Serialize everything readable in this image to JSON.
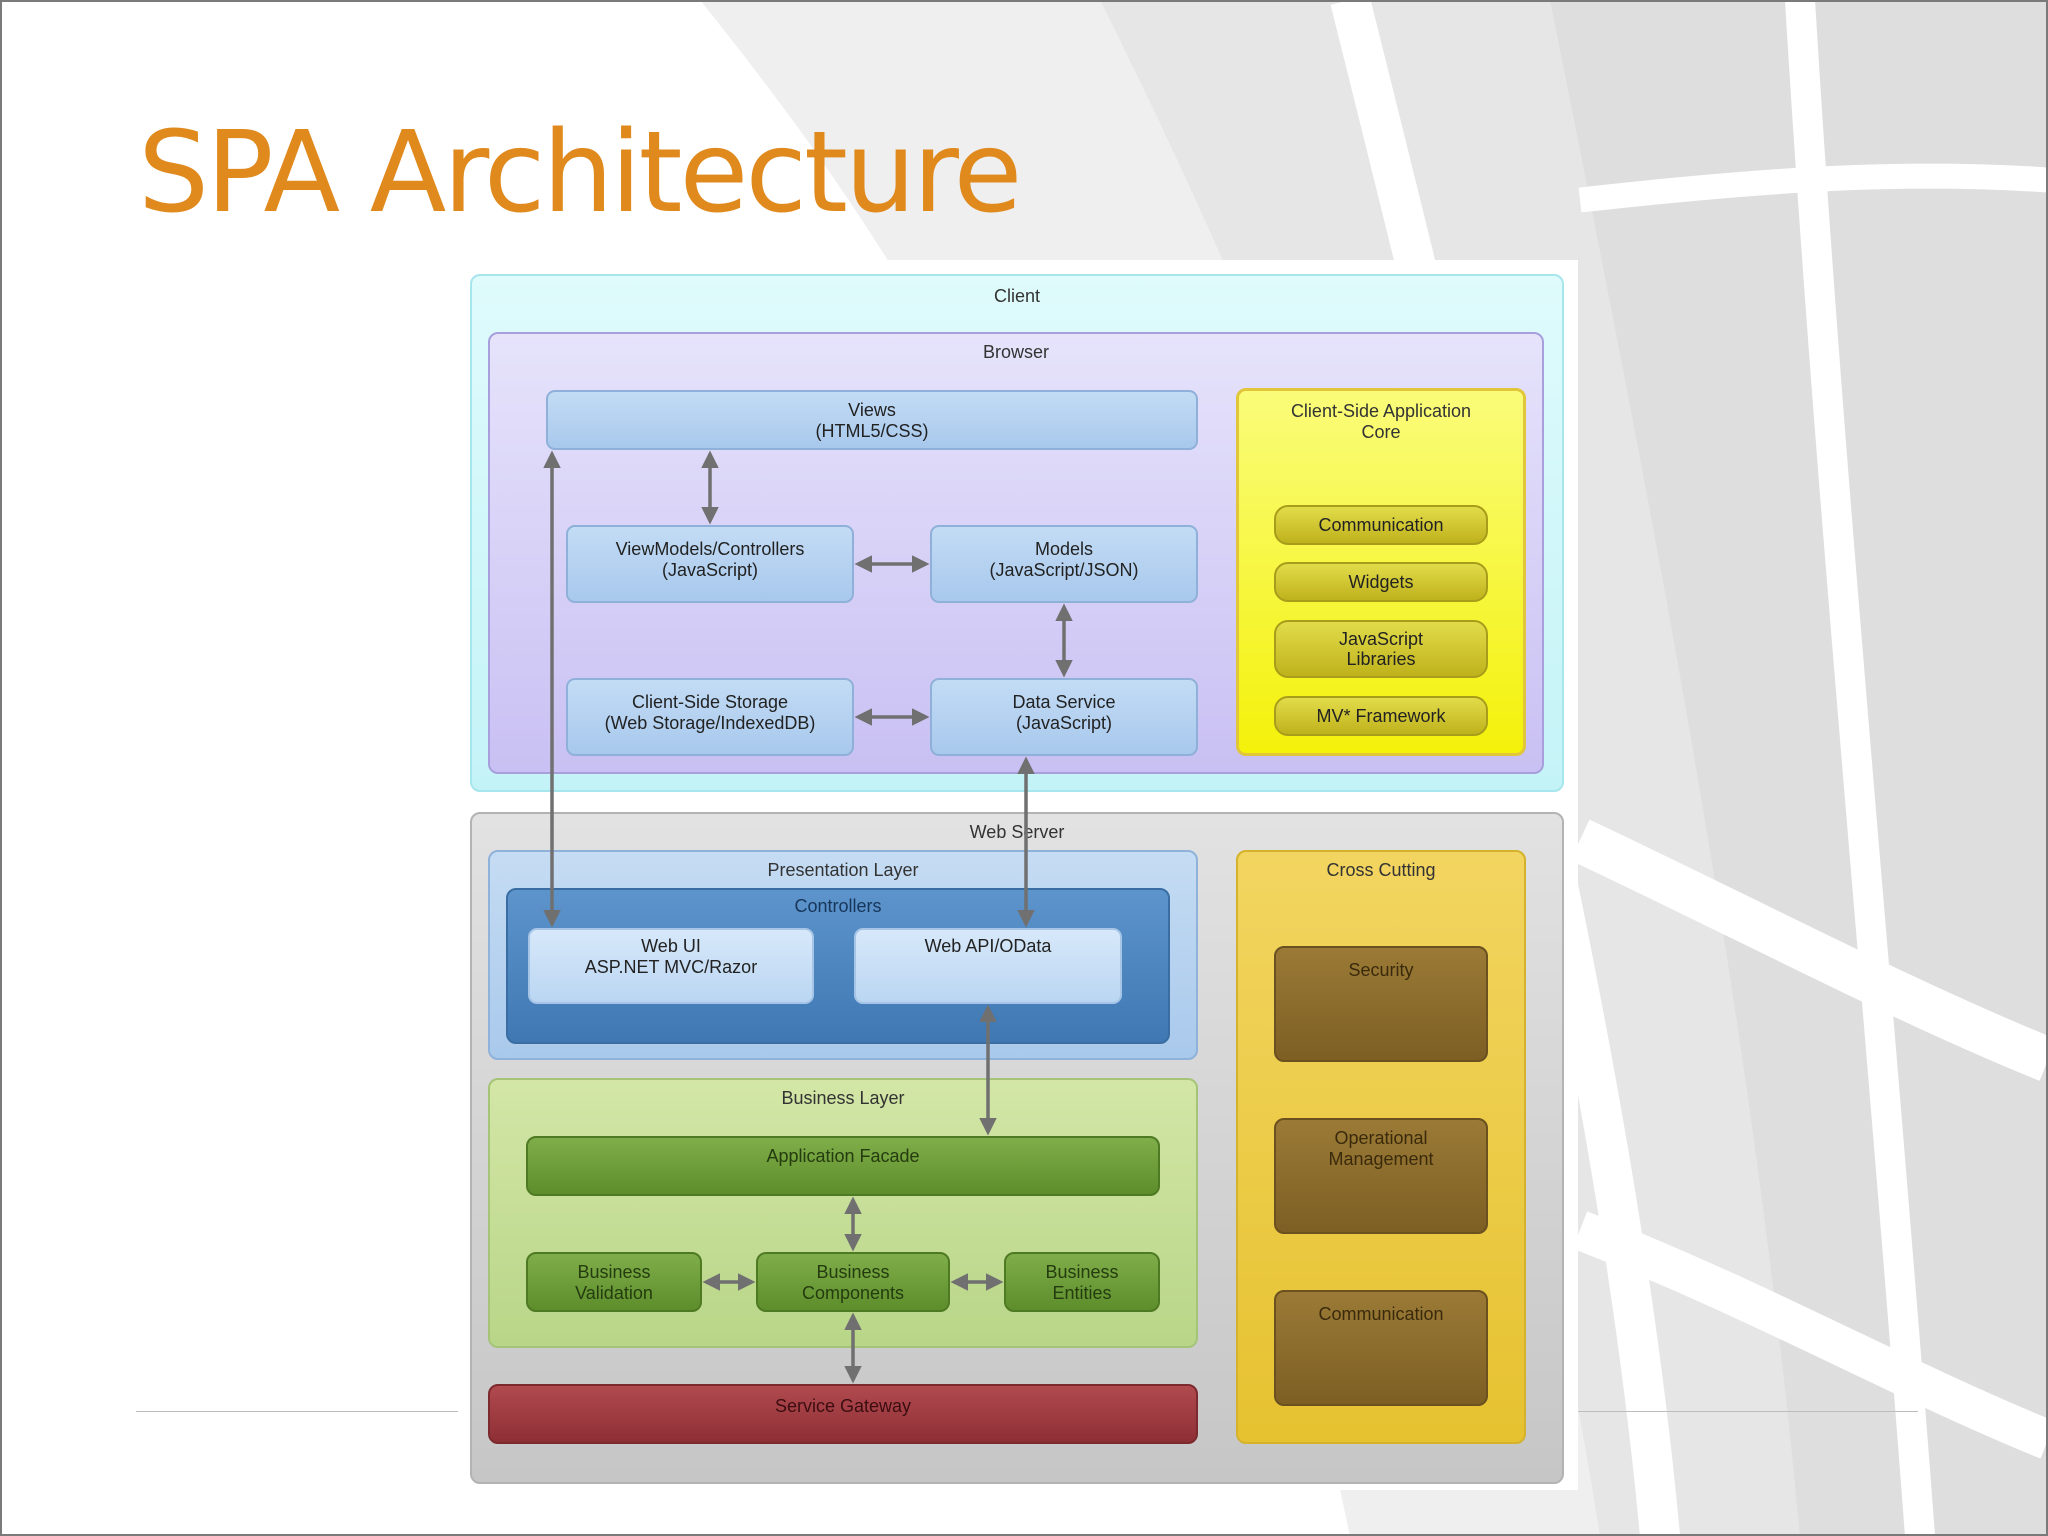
{
  "slide": {
    "title": "SPA Architecture"
  },
  "diagram": {
    "client": {
      "label": "Client",
      "browser": {
        "label": "Browser",
        "views": "Views\n(HTML5/CSS)",
        "viewmodels": "ViewModels/Controllers\n(JavaScript)",
        "models": "Models\n(JavaScript/JSON)",
        "storage": "Client-Side Storage\n(Web Storage/IndexedDB)",
        "data_service": "Data Service\n(JavaScript)",
        "app_core": {
          "label": "Client-Side Application\nCore",
          "items": [
            "Communication",
            "Widgets",
            "JavaScript\nLibraries",
            "MV* Framework"
          ]
        }
      }
    },
    "web_server": {
      "label": "Web Server",
      "presentation": {
        "label": "Presentation Layer",
        "controllers": {
          "label": "Controllers",
          "web_ui": "Web UI\nASP.NET MVC/Razor",
          "web_api": "Web API/OData"
        }
      },
      "business": {
        "label": "Business Layer",
        "facade": "Application Facade",
        "validation": "Business\nValidation",
        "components": "Business\nComponents",
        "entities": "Business\nEntities"
      },
      "gateway": "Service Gateway",
      "cross_cutting": {
        "label": "Cross Cutting",
        "items": [
          "Security",
          "Operational\nManagement",
          "Communication"
        ]
      }
    }
  }
}
